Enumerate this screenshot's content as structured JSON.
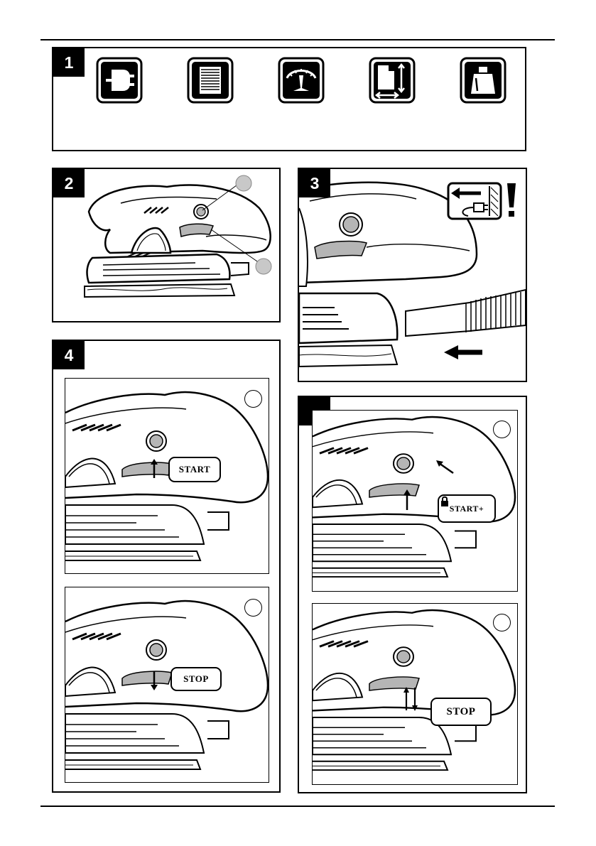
{
  "figures": {
    "fig1": {
      "number": "1",
      "icons": [
        "plug-icon",
        "sanding-pad-icon",
        "speed-gauge-icon",
        "dimensions-icon",
        "weight-icon"
      ]
    },
    "fig2": {
      "number": "2"
    },
    "fig3": {
      "number": "3"
    },
    "fig4": {
      "number": "4",
      "start_label": "START",
      "stop_label": "STOP"
    },
    "fig5": {
      "number": "",
      "start_lock_label": "START+",
      "stop_label": "STOP"
    }
  },
  "colors": {
    "ink": "#000000",
    "grey_part": "#b5b5b5",
    "button_grey": "#8a8a8a"
  }
}
